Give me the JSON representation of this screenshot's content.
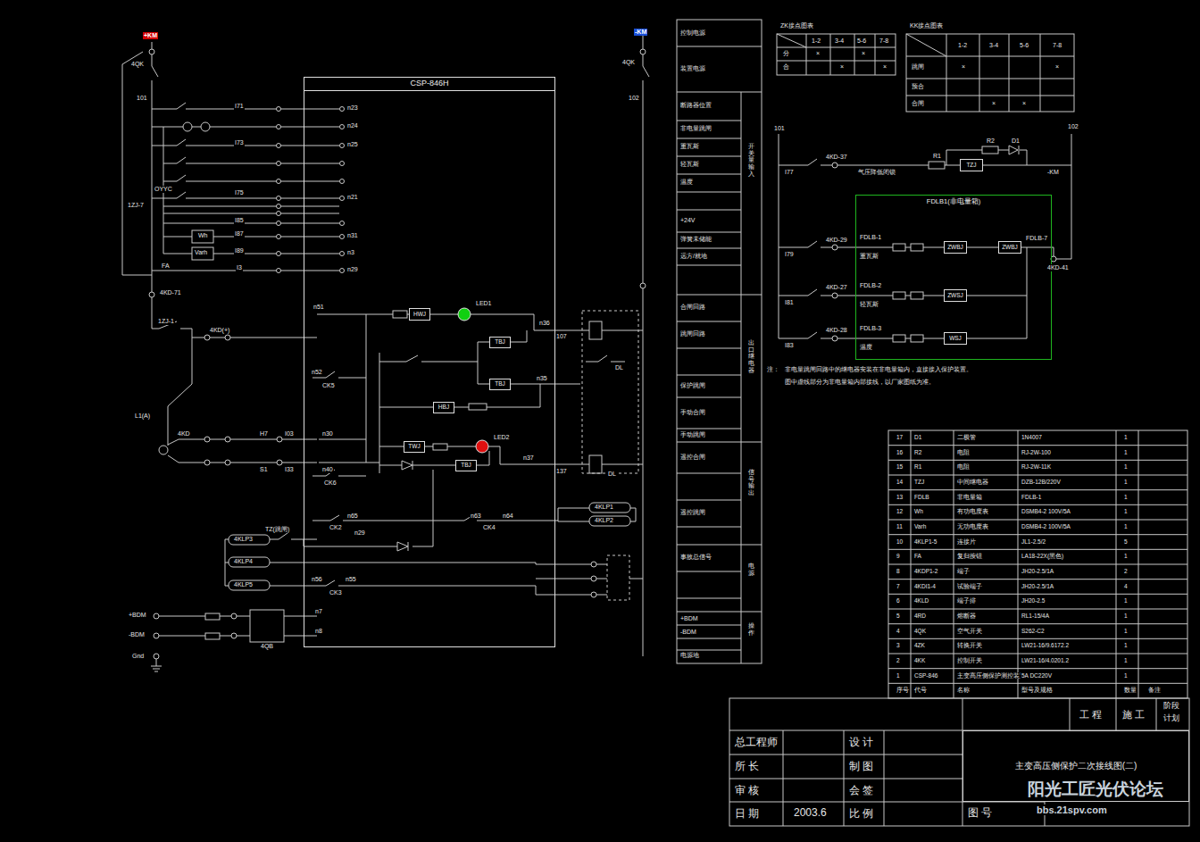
{
  "diagram": {
    "nodes": [
      {
        "text": [
          "CSP-846H"
        ]
      },
      {
        "text": [
          "HWJ"
        ],
        "in": 0
      },
      {
        "text": [
          "TBJ"
        ],
        "in": 0
      },
      {
        "text": [
          "TBJ"
        ],
        "in": 0
      },
      {
        "text": [
          "HBJ"
        ],
        "in": 0
      },
      {
        "text": [
          "TWJ"
        ],
        "in": 0
      },
      {
        "text": [
          "TBJ"
        ],
        "in": 0
      },
      {
        "text": [
          "TZJ"
        ]
      },
      {
        "text": [
          "FDLB1(非电量箱)"
        ]
      },
      {
        "text": [
          "ZWBJ"
        ],
        "in": 8
      },
      {
        "text": [
          "ZWBJ"
        ],
        "in": 8
      },
      {
        "text": [
          "ZWSJ"
        ],
        "in": 8
      },
      {
        "text": [
          "WSJ"
        ],
        "in": 8
      },
      {
        "text": [
          "主变高压侧保护二次接线图(二)"
        ]
      }
    ],
    "edges": [
      {
        "from": 9,
        "to": 10,
        "arrow": "none"
      }
    ],
    "labels": [
      "+KM",
      "4QK",
      "101",
      "I71",
      "I73",
      "OYYC",
      "1ZJ-7",
      "I75",
      "I85",
      "I87",
      "I89",
      "I3",
      "n23",
      "n24",
      "n25",
      "n21",
      "n31",
      "n3",
      "n29",
      "FA",
      "Wh",
      "Varh",
      "4KD-71",
      "1ZJ-1",
      "4KD(+)",
      "n51",
      "LED1",
      "n36",
      "107",
      "n52",
      "CK5",
      "n35",
      "n30",
      "n40",
      "CK6",
      "LED2",
      "n37",
      "137",
      "L1(A)",
      "4KD",
      "H7",
      "S1",
      "I03",
      "I33",
      "DL",
      "DL",
      "n65",
      "CK2",
      "n63",
      "n64",
      "CK4",
      "4KLP1",
      "4KLP2",
      "TZ(跳闸)",
      "4KLP3",
      "n29",
      "4KLP4",
      "4KLP5",
      "n56",
      "n55",
      "CK3",
      "n7",
      "n8",
      "+BDM",
      "-BDM",
      "Gnd",
      "4QB",
      "-KM",
      "4QK",
      "102",
      "开关量输入",
      "出口继电器",
      "信号输出",
      "电源",
      "操作",
      "控制电源",
      "装置电源",
      "断路器位置",
      "非电量跳闸",
      "重瓦斯",
      "轻瓦斯",
      "温度",
      "+24V",
      "弹簧未储能",
      "远方/就地",
      "合闸回路",
      "跳闸回路",
      "保护跳闸",
      "手动合闸",
      "手动跳闸",
      "遥控合闸",
      "遥控跳闸",
      "事故总信号",
      "+BDM",
      "-BDM",
      "电源地",
      "ZK接点图表",
      "1-2",
      "3-4",
      "5-6",
      "7-8",
      "分",
      "合",
      "×",
      "×",
      "×",
      "×",
      "KK接点图表",
      "1-2",
      "3-4",
      "5-6",
      "7-8",
      "跳闸",
      "预合",
      "合闸",
      "×",
      "×",
      "×",
      "×",
      "101",
      "102",
      "I77",
      "I79",
      "I81",
      "I83",
      "4KD-37",
      "4KD-29",
      "4KD-27",
      "4KD-28",
      "气压降低闭锁",
      "R1",
      "R2",
      "D1",
      "-KM",
      "FDLB-1",
      "FDLB-2",
      "FDLB-3",
      "FDLB-7",
      "重瓦斯",
      "轻瓦斯",
      "温度",
      "4KD-41",
      "注：",
      "非电量跳闸回路中的继电器安装在非电量箱内，直接接入保护装置。",
      "图中虚线部分为非电量箱内部接线，以厂家图纸为准。",
      "总工程师",
      "所 长",
      "审 核",
      "日 期",
      "2003.6",
      "设 计",
      "制 图",
      "会 签",
      "比 例",
      "工 程",
      "施 工",
      "阶段",
      "计划",
      "图 号",
      "阳光工匠光伏论坛",
      "bbs.21spv.com",
      "17",
      "D1",
      "二极管",
      "1N4007",
      "1",
      "16",
      "R2",
      "电阻",
      "RJ-2W-100",
      "1",
      "15",
      "R1",
      "电阻",
      "RJ-2W-11K",
      "1",
      "14",
      "TZJ",
      "中间继电器",
      "DZB-12B/220V",
      "1",
      "13",
      "FDLB",
      "非电量箱",
      "FDLB-1",
      "1",
      "12",
      "Wh",
      "有功电度表",
      "DSMB4-2 100V/5A",
      "1",
      "11",
      "Varh",
      "无功电度表",
      "DSMB4-2 100V/5A",
      "1",
      "10",
      "4KLP1-5",
      "连接片",
      "JL1-2.5/2",
      "5",
      "9",
      "FA",
      "复归按钮",
      "LA18-22X(黑色)",
      "1",
      "8",
      "4KDP1-2",
      "端子",
      "JH20-2.5/1A",
      "2",
      "7",
      "4KDI1-4",
      "试验端子",
      "JH20-2.5/1A",
      "4",
      "6",
      "4KLD",
      "端子排",
      "JH20-2.5",
      "1",
      "5",
      "4RD",
      "熔断器",
      "RL1-15/4A",
      "1",
      "4",
      "4QK",
      "空气开关",
      "S262-C2",
      "1",
      "3",
      "4ZK",
      "转换开关",
      "LW21-16/9.6172.2",
      "1",
      "2",
      "4KK",
      "控制开关",
      "LW21-16/4.0201.2",
      "1",
      "1",
      "CSP-846",
      "主变高压侧保护测控装置",
      "5A DC220V",
      "1",
      "序号",
      "代号",
      "名称",
      "型号及规格",
      "数量",
      "备注"
    ]
  }
}
